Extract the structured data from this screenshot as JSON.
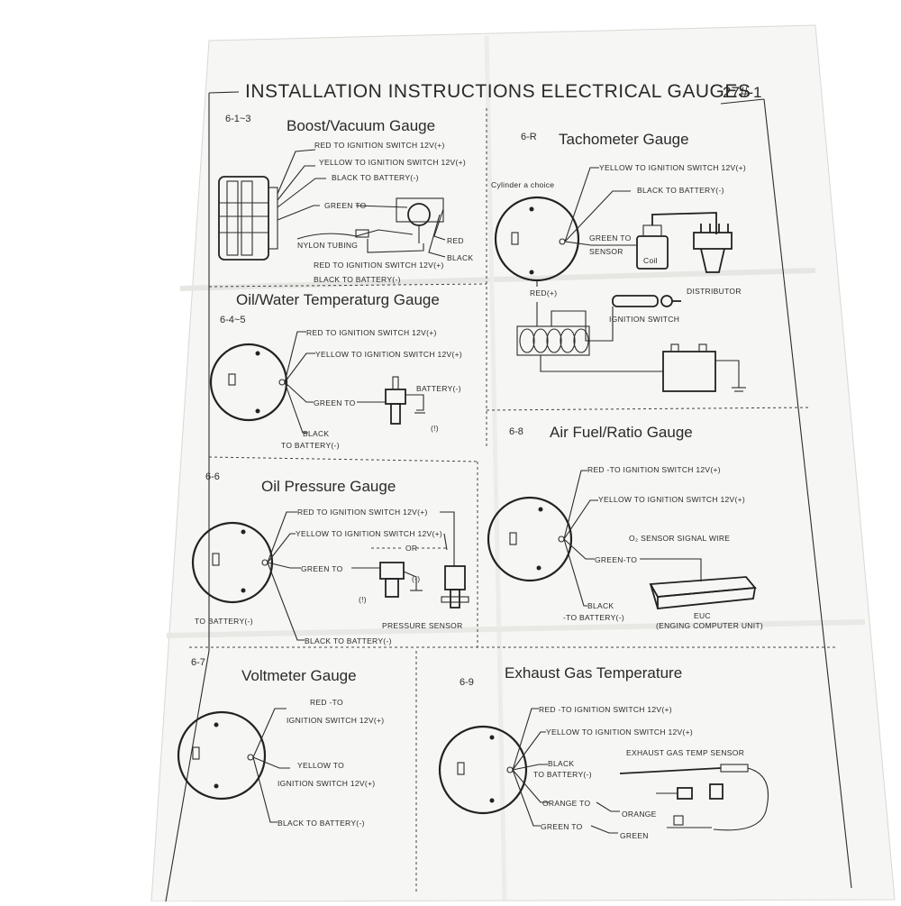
{
  "title": "INSTALLATION INSTRUCTIONS ELECTRICAL GAUGES",
  "code": "27#-1",
  "sections": {
    "boost": {
      "num": "6-1~3",
      "title": "Boost/Vacuum Gauge",
      "labels": [
        "RED  TO IGNITION SWITCH 12V(+)",
        "YELLOW   TO IGNITION SWITCH 12V(+)",
        "BLACK  TO BATTERY(-)",
        "GREEN TO",
        "NYLON TUBING",
        "RED",
        "BLACK",
        "RED  TO IGNITION SWITCH 12V(+)",
        "BLACK  TO BATTERY(-)"
      ]
    },
    "tacho": {
      "num": "6-R",
      "title": "Tachometer Gauge",
      "labels": [
        "YELLOW  TO IGNITION SWITCH 12V(+)",
        "Cylinder a choice",
        "BLACK TO BATTERY(-)",
        "GREEN TO",
        "SENSOR",
        "RED(+)",
        "DISTRIBUTOR",
        "IGNITION SWITCH",
        "Coil"
      ]
    },
    "oilwater": {
      "num": "6-4~5",
      "title": "Oil/Water Temperaturg Gauge",
      "labels": [
        "RED TO IGNITION SWITCH 12V(+)",
        "YELLOW   TO IGNITION SWITCH 12V(+)",
        "GREEN TO",
        "BATTERY(-)",
        "BLACK",
        "TO BATTERY(-)",
        "(!)"
      ]
    },
    "airfuel": {
      "num": "6-8",
      "title": "Air Fuel/Ratio Gauge",
      "labels": [
        "RED -TO IGNITION SWITCH 12V(+)",
        "YELLOW  TO IGNITION SWITCH 12V(+)",
        "O₂ SENSOR SIGNAL WIRE",
        "GREEN-TO",
        "BLACK",
        "-TO BATTERY(-)",
        "EUC",
        "(ENGING COMPUTER UNIT)"
      ]
    },
    "oilpress": {
      "num": "6-6",
      "title": "Oil Pressure Gauge",
      "labels": [
        "RED TO IGNITION SWITCH 12V(+)",
        "YELLOW TO IGNITION SWITCH 12V(+)",
        "GREEN TO",
        "(-)",
        "PRESSURE SENSOR",
        "TO BATTERY(-)",
        "BLACK TO BATTERY(-)",
        "(!)",
        "OR"
      ]
    },
    "volt": {
      "num": "6-7",
      "title": "Voltmeter Gauge",
      "labels": [
        "RED -TO",
        "IGNITION SWITCH 12V(+)",
        "YELLOW  TO",
        "IGNITION SWITCH 12V(+)",
        "BLACK  TO BATTERY(-)"
      ]
    },
    "egt": {
      "num": "6-9",
      "title": "Exhaust Gas Temperature",
      "labels": [
        "RED -TO IGNITION SWITCH 12V(+)",
        "YELLOW   TO IGNITION SWITCH 12V(+)",
        "BLACK",
        "TO BATTERY(-)",
        "EXHAUST GAS TEMP SENSOR",
        "ORANGE TO",
        "ORANGE",
        "GREEN TO",
        "GREEN"
      ]
    }
  }
}
